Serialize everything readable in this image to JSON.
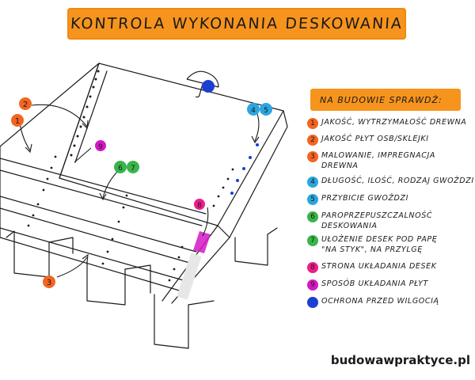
{
  "title": "KONTROLA  WYKONANIA  DESKOWANIA",
  "legend_header": "NA BUDOWIE SPRAWDŹ:",
  "legend_items": [
    {
      "num": "1",
      "color": "#f26522",
      "text": "JAKOŚĆ, WYTRZYMAŁOŚĆ DREWNA"
    },
    {
      "num": "2",
      "color": "#f26522",
      "text": "JAKOŚĆ PŁYT OSB/SKLEJKI"
    },
    {
      "num": "3",
      "color": "#f26522",
      "text": "MALOWANIE, IMPREGNACJA\nDREWNA"
    },
    {
      "num": "4",
      "color": "#2aa6e0",
      "text": "DŁUGOŚĆ, ILOŚĆ, RODZAJ GWOŹDZI"
    },
    {
      "num": "5",
      "color": "#2aa6e0",
      "text": "PRZYBICIE GWOŹDZI"
    },
    {
      "num": "6",
      "color": "#39b54a",
      "text": "PAROPRZEPUSZCZALNOŚĆ\nDESKOWANIA"
    },
    {
      "num": "7",
      "color": "#39b54a",
      "text": "UŁOŻENIE DESEK POD PAPĘ\n\"NA STYK\", NA PRZYLGĘ"
    },
    {
      "num": "8",
      "color": "#ec1d8c",
      "text": "STRONA UKŁADANIA DESEK"
    },
    {
      "num": "9",
      "color": "#d417c6",
      "text": "SPOSÓB UKŁADANIA PŁYT"
    },
    {
      "num": "",
      "color": "#1a3fd1",
      "text": "OCHRONA PRZED WILGOCIĄ"
    }
  ],
  "markers": [
    {
      "label": "2",
      "color": "#f26522"
    },
    {
      "label": "1",
      "color": "#f26522"
    },
    {
      "label": "9",
      "color": "#d417c6"
    },
    {
      "label": "6",
      "color": "#39b54a"
    },
    {
      "label": "7",
      "color": "#39b54a"
    },
    {
      "label": "8",
      "color": "#ec1d8c"
    },
    {
      "label": "3",
      "color": "#f26522"
    },
    {
      "label": "4",
      "color": "#2aa6e0"
    },
    {
      "label": "5",
      "color": "#2aa6e0"
    },
    {
      "label": "",
      "color": "#1a3fd1"
    }
  ],
  "icons": [
    "umbrella-icon"
  ],
  "footer": "budowawpraktyce.pl"
}
